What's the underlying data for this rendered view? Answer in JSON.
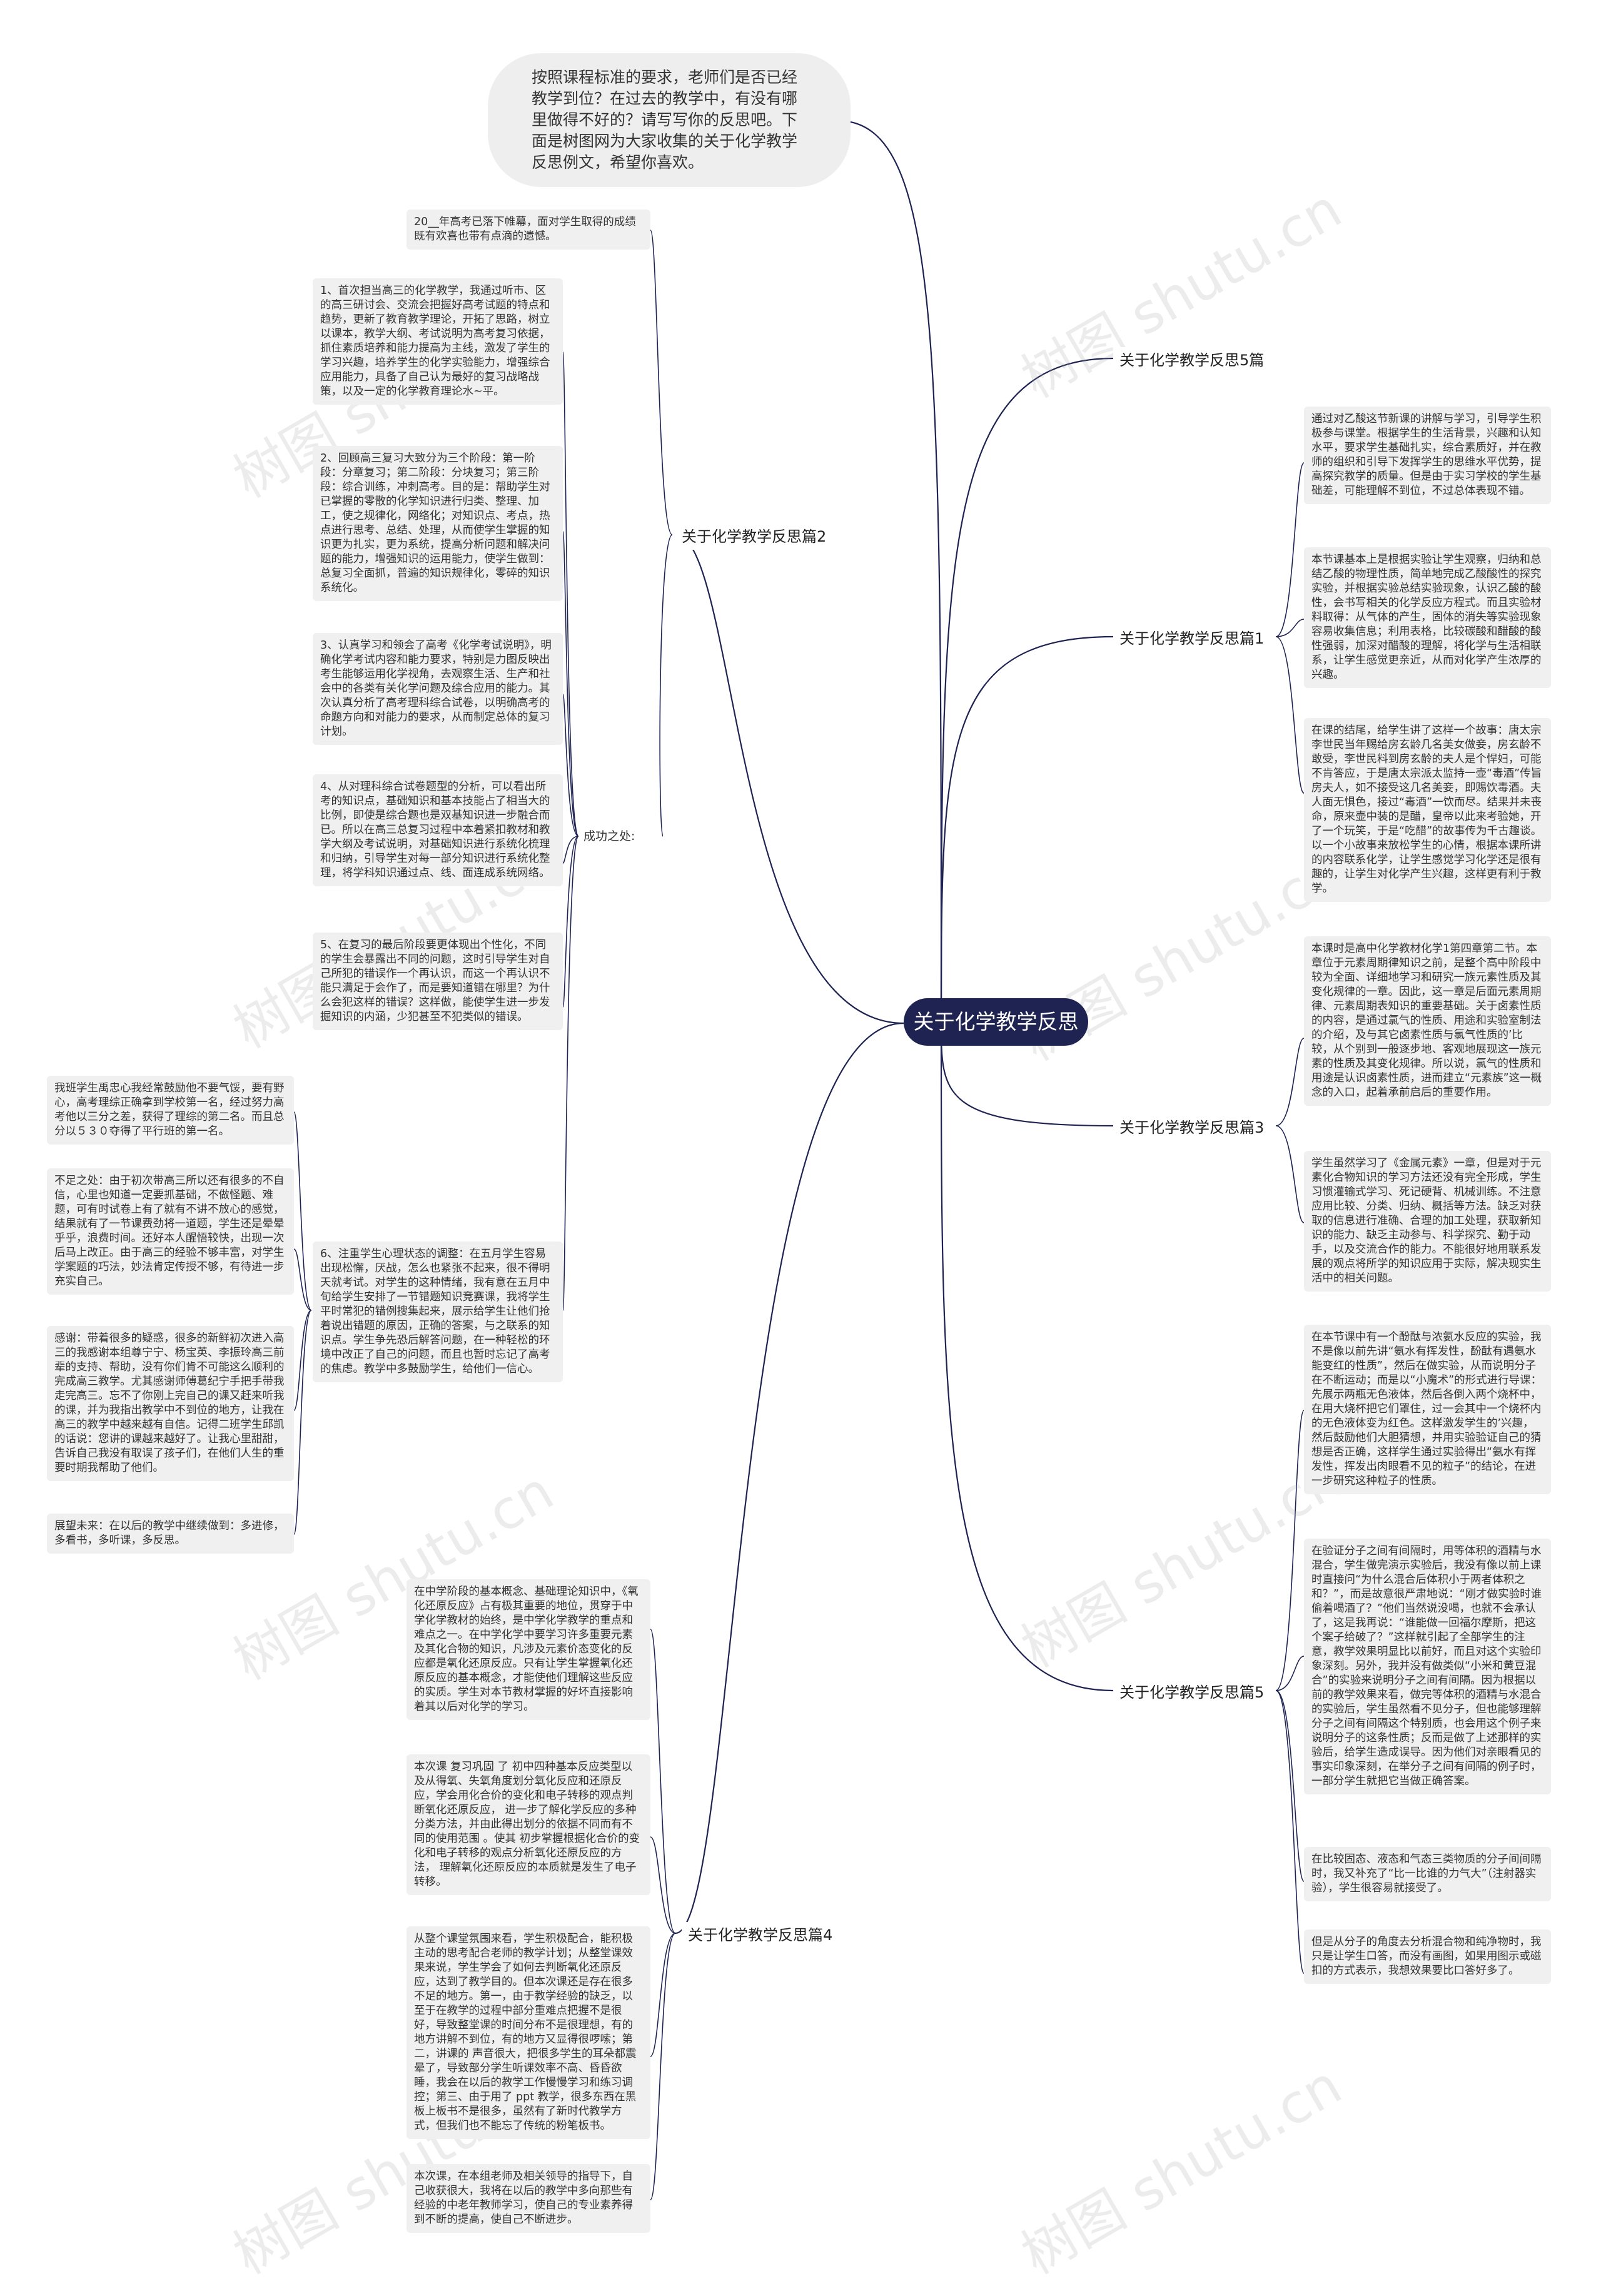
{
  "root": "关于化学教学反思",
  "intro": "按照课程标准的要求，老师们是否已经教学到位？在过去的教学中，有没有哪里做得不好的？请写写你的反思吧。下面是树图网为大家收集的关于化学教学反思例文，希望你喜欢。",
  "watermark": "树图 shutu.cn",
  "branches": {
    "p5_top": {
      "title": "关于化学教学反思5篇"
    },
    "p1": {
      "title": "关于化学教学反思篇1",
      "leaves": [
        "通过对乙酸这节新课的讲解与学习，引导学生积极参与课堂。根据学生的生活背景，兴趣和认知水平，要求学生基础扎实，综合素质好，并在教师的组织和引导下发挥学生的思维水平优势，提高探究教学的质量。但是由于实习学校的学生基础差，可能理解不到位，不过总体表现不错。",
        "本节课基本上是根据实验让学生观察，归纳和总结乙酸的物理性质，简单地完成乙酸酸性的探究实验，并根据实验总结实验现象，认识乙酸的酸性，会书写相关的化学反应方程式。而且实验材料取得：从气体的产生，固体的消失等实验现象容易收集信息；利用表格，比较碳酸和醋酸的酸性强弱，加深对醋酸的理解，将化学与生活相联系，让学生感觉更亲近，从而对化学产生浓厚的兴趣。",
        "在课的结尾，给学生讲了这样一个故事：唐太宗李世民当年赐给房玄龄几名美女做妾，房玄龄不敢受，李世民料到房玄龄的夫人是个悍妇，可能不肯答应，于是唐太宗派太监持一壶“毒酒”传旨房夫人，如不接受这几名美妾，即赐饮毒酒。夫人面无惧色，接过“毒酒”一饮而尽。结果并未丧命，原来壶中装的是醋，皇帝以此来考验她，开了一个玩笑，于是“吃醋”的故事传为千古趣谈。以一个小故事来放松学生的心情，根据本课所讲的内容联系化学，让学生感觉学习化学还是很有趣的，让学生对化学产生兴趣，这样更有利于教学。"
      ]
    },
    "p3": {
      "title": "关于化学教学反思篇3",
      "leaves": [
        "本课时是高中化学教材化学1第四章第二节。本章位于元素周期律知识之前，是整个高中阶段中较为全面、详细地学习和研究一族元素性质及其变化规律的一章。因此，这一章是后面元素周期律、元素周期表知识的重要基础。关于卤素性质的内容，是通过氯气的性质、用途和实验室制法的介绍，及与其它卤素性质与氯气性质的’比较，从个别到一般逐步地、客观地展现这一族元素的性质及其变化规律。所以说，氯气的性质和用途是认识卤素性质，进而建立“元素族”这一概念的入口，起着承前启后的重要作用。",
        "学生虽然学习了《金属元素》一章，但是对于元素化合物知识的学习方法还没有完全形成，学生习惯灌输式学习、死记硬背、机械训练。不注意应用比较、分类、归纳、概括等方法。缺乏对获取的信息进行准确、合理的加工处理，获取新知识的能力、缺乏主动参与、科学探究、勤于动手，以及交流合作的能力。不能很好地用联系发展的观点将所学的知识应用于实际，解决现实生活中的相关问题。"
      ]
    },
    "p5": {
      "title": "关于化学教学反思篇5",
      "leaves": [
        "在本节课中有一个酚酞与浓氨水反应的实验，我不是像以前先讲“氨水有挥发性，酚酞有遇氨水能变红的性质”，然后在做实验，从而说明分子在不断运动；而是以“小魔术”的形式进行导课：先展示两瓶无色液体，然后各倒入两个烧杯中，在用大烧杯把它们罩住，过一会其中一个烧杯内的无色液体变为红色。这样激发学生的’兴趣，然后鼓励他们大胆猜想，并用实验验证自己的猜想是否正确，这样学生通过实验得出“氨水有挥发性，挥发出肉眼看不见的粒子”的结论，在进一步研究这种粒子的性质。",
        "在验证分子之间有间隔时，用等体积的酒精与水混合，学生做完演示实验后，我没有像以前上课时直接问“为什么混合后体积小于两者体积之和？”，而是故意很严肃地说：“刚才做实验时谁偷着喝酒了？”他们当然说没喝，也就不会承认了，这是我再说：“谁能做一回福尔摩斯，把这个案子给破了？”这样就引起了全部学生的注意，教学效果明显比以前好，而且对这个实验印象深刻。另外，我并没有做类似“小米和黄豆混合”的实验来说明分子之间有间隔。因为根据以前的教学效果来看，做完等体积的酒精与水混合的实验后，学生虽然看不见分子，但也能够理解分子之间有间隔这个特别质，也会用这个例子来说明分子的这条性质；反而是做了上述那样的实验后，给学生造成误导。因为他们对亲眼看见的事实印象深刻，在举分子之间有间隔的例子时，一部分学生就把它当做正确答案。",
        "在比较固态、液态和气态三类物质的分子间间隔时，我又补充了“比一比谁的力气大”（注射器实验），学生很容易就接受了。",
        "但是从分子的角度去分析混合物和纯净物时，我只是让学生口答，而没有画图，如果用图示或磁扣的方式表示，我想效果要比口答好多了。"
      ]
    },
    "p2": {
      "title": "关于化学教学反思篇2",
      "first_leaf": "20__年高考已落下帷幕，面对学生取得的成绩既有欢喜也带有点滴的遗憾。",
      "sub": {
        "title": "成功之处:",
        "leaves": [
          "1、首次担当高三的化学教学，我通过听市、区的高三研讨会、交流会把握好高考试题的特点和趋势，更新了教育教学理论，开拓了思路，树立以课本，教学大纲、考试说明为高考复习依据，抓住素质培养和能力提高为主线，激发了学生的学习兴趣，培养学生的化学实验能力，增强综合应用能力，具备了自己认为最好的复习战略战策，以及一定的化学教育理论水~平。",
          "2、回顾高三复习大致分为三个阶段：第一阶段：分章复习；第二阶段：分块复习；第三阶段：综合训练，冲刺高考。目的是：帮助学生对已掌握的零散的化学知识进行归类、整理、加工，使之规律化，网络化；对知识点、考点，热点进行思考、总结、处理，从而使学生掌握的知识更为扎实，更为系统，提高分析问题和解决问题的能力，增强知识的运用能力，使学生做到：总复习全面抓，普遍的知识规律化，零碎的知识系统化。",
          "3、认真学习和领会了高考《化学考试说明》，明确化学考试内容和能力要求，特别是力图反映出考生能够运用化学视角，去观察生活、生产和社会中的各类有关化学问题及综合应用的能力。其次认真分析了高考理科综合试卷，以明确高考的命题方向和对能力的要求，从而制定总体的复习计划。",
          "4、从对理科综合试卷题型的分析，可以看出所考的知识点，基础知识和基本技能占了相当大的比例，即使是综合题也是双基知识进一步融合而已。所以在高三总复习过程中本着紧扣教材和教学大纲及考试说明，对基础知识进行系统化梳理和归纳，引导学生对每一部分知识进行系统化整理，将学科知识通过点、线、面连成系统网络。",
          "5、在复习的最后阶段要更体现出个性化，不同的学生会暴露出不同的问题，这时引导学生对自己所犯的错误作一个再认识，而这一个再认识不能只满足于会作了，而是要知道错在哪里？为什么会犯这样的错误？这样做，能使学生进一步发掘知识的内涵，少犯甚至不犯类似的错误。",
          "6、注重学生心理状态的调整：在五月学生容易出现松懈，厌战，怎么也紧张不起来，很不得明天就考试。对学生的这种情绪，我有意在五月中旬给学生安排了一节错题知识竞赛课，我将学生平时常犯的错例搜集起来，展示给学生让他们抢着说出错题的原因，正确的答案，与之联系的知识点。学生争先恐后解答问题，在一种轻松的环境中改正了自己的问题，而且也暂时忘记了高考的焦虑。教学中多鼓励学生，给他们一信心。"
        ],
        "left_leaves": [
          "我班学生禹忠心我经常鼓励他不要气馁，要有野心，高考理综正确拿到学校第一名，经过努力高考他以三分之差，获得了理综的第二名。而且总分以５３０夺得了平行班的第一名。",
          "不足之处：由于初次带高三所以还有很多的不自信，心里也知道一定要抓基础，不做怪题、难题，可有时试卷上有了就有不讲不放心的感觉，结果就有了一节课费劲将一道题，学生还是晕晕乎乎，浪费时间。还好本人醒悟较快，出现一次后马上改正。由于高三的经验不够丰富，对学生学案题的巧法，妙法肯定传授不够，有待进一步充实自己。",
          "感谢：带着很多的疑惑，很多的新鲜初次进入高三的我感谢本组尊宁宁、杨宝英、李振玲高三前辈的支持、帮助，没有你们肯不可能这么顺利的完成高三教学。尤其感谢师傅葛纪宁手把手带我走完高三。忘不了你刚上完自己的课又赶来听我的课，并为我指出教学中不到位的地方，让我在高三的教学中越来越有自信。记得二班学生邱凯的话说：您讲的课越来越好了。让我心里甜甜，告诉自己我没有取误了孩子们，在他们人生的重要时期我帮助了他们。",
          "展望未来：在以后的教学中继续做到：多进修，多看书，多听课，多反思。"
        ]
      }
    },
    "p4": {
      "title": "关于化学教学反思篇4",
      "leaves": [
        "在中学阶段的基本概念、基础理论知识中，《氧化还原反应》占有极其重要的地位，贯穿于中学化学教材的始终，是中学化学教学的重点和难点之一。在中学化学中要学习许多重要元素及其化合物的知识，凡涉及元素价态变化的反应都是氧化还原反应。只有让学生掌握氧化还原反应的基本概念，才能使他们理解这些反应的实质。学生对本节教材掌握的好坏直接影响着其以后对化学的学习。",
        "本次课 复习巩固 了 初中四种基本反应类型以及从得氧、失氧角度划分氧化反应和还原反应，学会用化合价的变化和电子转移的观点判断氧化还原反应， 进一步了解化学反应的多种分类方法，并由此得出划分的依据不同而有不同的使用范围 。使其 初步掌握根据化合价的变化和电子转移的观点分析氧化还原反应的方法， 理解氧化还原反应的本质就是发生了电子转移。",
        "从整个课堂氛围来看，学生积极配合，能积极主动的思考配合老师的教学计划；从整堂课效果来说，学生学会了如何去判断氧化还原反应，达到了教学目的。但本次课还是存在很多不足的地方。第一，由于教学经验的缺乏，以至于在教学的过程中部分重难点把握不是很好，导致整堂课的时间分布不是很理想，有的地方讲解不到位，有的地方又显得很啰嗦；第二，讲课的 声音很大，把很多学生的耳朵都震晕了，导致部分学生听课效率不高、昏昏欲睡，我会在以后的教学工作慢慢学习和练习调控；第三、由于用了 ppt 教学，很多东西在黑板上板书不是很多，虽然有了新时代教学方式，但我们也不能忘了传统的粉笔板书。",
        "本次课，在本组老师及相关领导的指导下，自己收获很大，我将在以后的教学中多向那些有经验的中老年教师学习，使自己的专业素养得到不断的提高，使自己不断进步。"
      ]
    }
  }
}
